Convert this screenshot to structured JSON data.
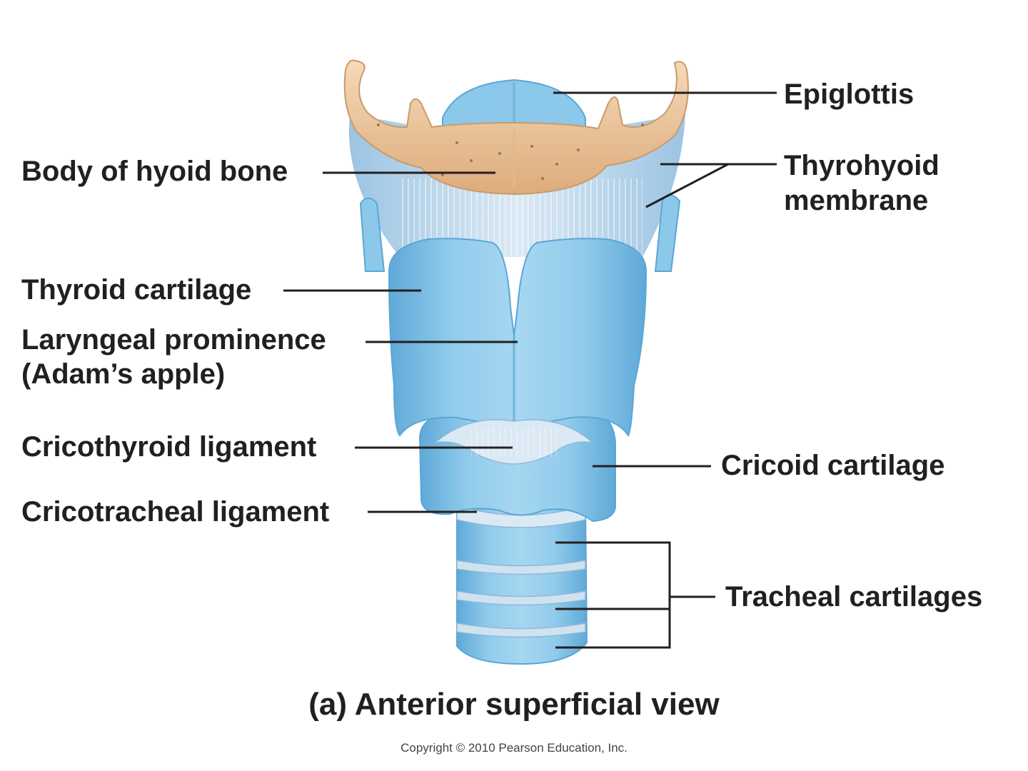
{
  "labels": {
    "epiglottis": "Epiglottis",
    "thyrohyoid_line1": "Thyrohyoid",
    "thyrohyoid_line2": "membrane",
    "hyoid": "Body of hyoid bone",
    "thyroid_cartilage": "Thyroid cartilage",
    "laryngeal_line1": "Laryngeal prominence",
    "laryngeal_line2": "(Adam’s apple)",
    "cricothyroid": "Cricothyroid ligament",
    "cricoid": "Cricoid cartilage",
    "cricotracheal": "Cricotracheal ligament",
    "tracheal": "Tracheal cartilages"
  },
  "caption": "(a) Anterior superficial view",
  "copyright": "Copyright © 2010 Pearson Education, Inc.",
  "colors": {
    "cartilage": "#8cc8ea",
    "cartilage_dark": "#5aa6d6",
    "membrane": "#c4dcee",
    "bone": "#efc79e",
    "bone_dark": "#c99a6a",
    "text": "#231f20"
  }
}
